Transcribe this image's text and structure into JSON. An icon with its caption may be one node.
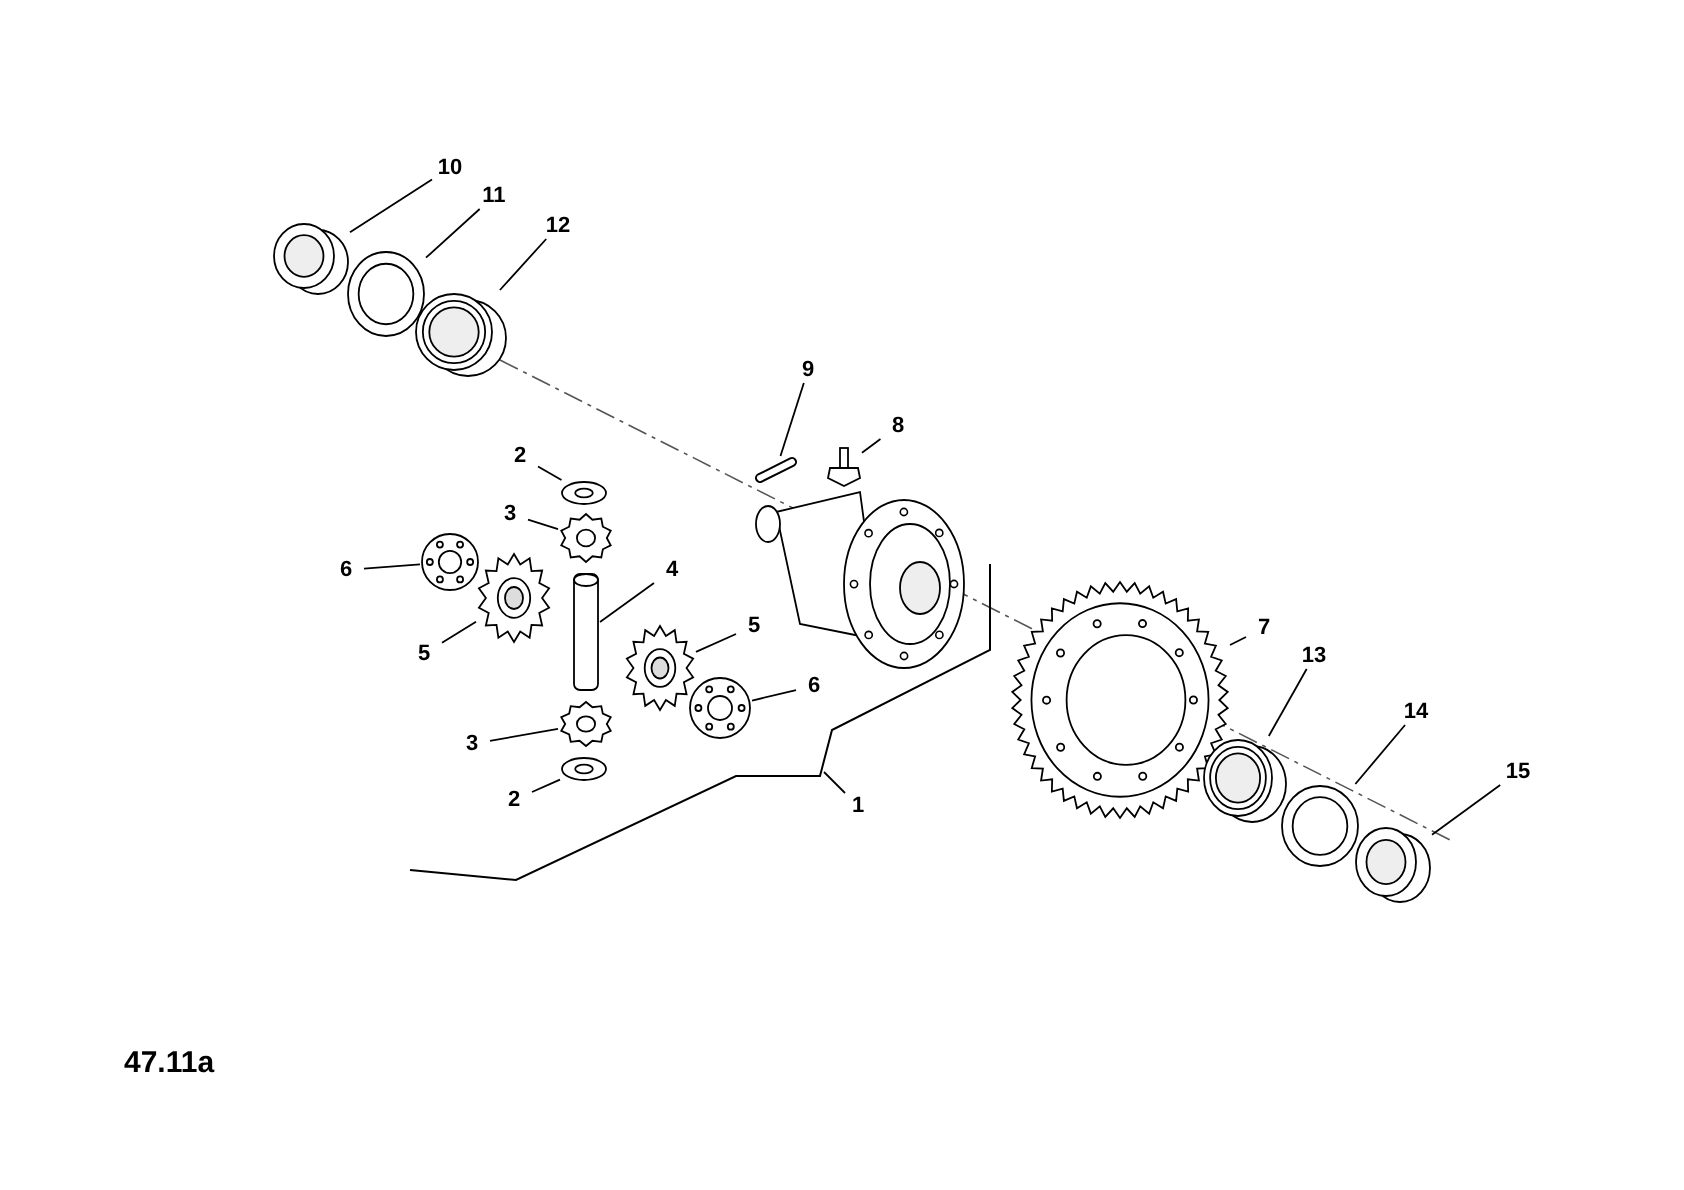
{
  "diagram": {
    "nodes": [
      {
        "text": [
          "10"
        ]
      },
      {
        "text": [],
        "shape": "picture"
      },
      {
        "text": [
          "11"
        ]
      },
      {
        "text": [],
        "shape": "picture"
      },
      {
        "text": [
          "12"
        ]
      },
      {
        "text": [],
        "shape": "picture"
      },
      {
        "text": [
          "9"
        ]
      },
      {
        "text": [],
        "shape": "picture"
      },
      {
        "text": [
          "8"
        ]
      },
      {
        "text": [],
        "shape": "picture"
      },
      {
        "text": [
          "2"
        ]
      },
      {
        "text": [],
        "shape": "picture"
      },
      {
        "text": [
          "3"
        ]
      },
      {
        "text": [],
        "shape": "picture"
      },
      {
        "text": [
          "6"
        ]
      },
      {
        "text": [],
        "shape": "picture"
      },
      {
        "text": [
          "5"
        ]
      },
      {
        "text": [],
        "shape": "picture"
      },
      {
        "text": [
          "4"
        ]
      },
      {
        "text": [],
        "shape": "picture"
      },
      {
        "text": [
          "5"
        ]
      },
      {
        "text": [],
        "shape": "picture"
      },
      {
        "text": [
          "6"
        ]
      },
      {
        "text": [],
        "shape": "picture"
      },
      {
        "text": [
          "3"
        ]
      },
      {
        "text": [],
        "shape": "picture"
      },
      {
        "text": [
          "2"
        ]
      },
      {
        "text": [],
        "shape": "picture"
      },
      {
        "text": [
          "1"
        ]
      },
      {
        "text": [
          "7"
        ]
      },
      {
        "text": [],
        "shape": "picture"
      },
      {
        "text": [
          "13"
        ]
      },
      {
        "text": [],
        "shape": "picture"
      },
      {
        "text": [
          "14"
        ]
      },
      {
        "text": [],
        "shape": "picture"
      },
      {
        "text": [
          "15"
        ]
      },
      {
        "text": [],
        "shape": "picture"
      }
    ],
    "edges": [
      {
        "from": 0,
        "to": 1,
        "arrow": "none"
      },
      {
        "from": 2,
        "to": 3,
        "arrow": "none"
      },
      {
        "from": 4,
        "to": 5,
        "arrow": "none"
      },
      {
        "from": 6,
        "to": 7,
        "arrow": "none"
      },
      {
        "from": 8,
        "to": 9,
        "arrow": "none"
      },
      {
        "from": 10,
        "to": 11,
        "arrow": "none"
      },
      {
        "from": 12,
        "to": 13,
        "arrow": "none"
      },
      {
        "from": 14,
        "to": 15,
        "arrow": "none"
      },
      {
        "from": 16,
        "to": 17,
        "arrow": "none"
      },
      {
        "from": 18,
        "to": 19,
        "arrow": "none"
      },
      {
        "from": 20,
        "to": 21,
        "arrow": "none"
      },
      {
        "from": 22,
        "to": 23,
        "arrow": "none"
      },
      {
        "from": 24,
        "to": 25,
        "arrow": "none"
      },
      {
        "from": 26,
        "to": 27,
        "arrow": "none"
      },
      {
        "from": 28,
        "to": null,
        "arrow": "none"
      },
      {
        "from": 29,
        "to": 30,
        "arrow": "none"
      },
      {
        "from": 31,
        "to": 32,
        "arrow": "none"
      },
      {
        "from": 33,
        "to": 34,
        "arrow": "none"
      },
      {
        "from": 35,
        "to": 36,
        "arrow": "none"
      }
    ],
    "labels": [
      "47.11a"
    ]
  }
}
